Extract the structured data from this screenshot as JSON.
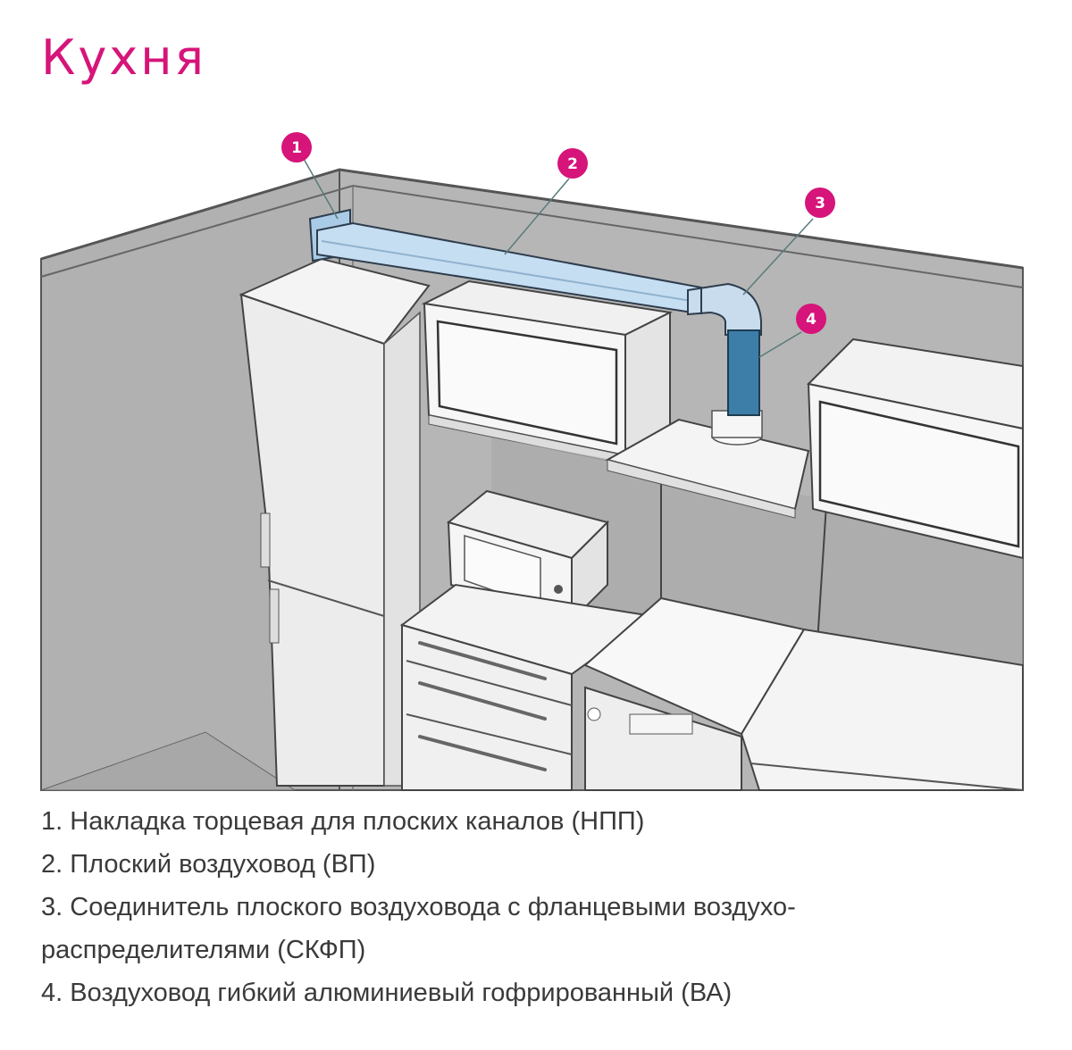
{
  "title": "Кухня",
  "colors": {
    "accent": "#d6147a",
    "wall": "#b3b3b3",
    "wall_dark": "#9e9e9e",
    "duct_flat": "#bcd7ef",
    "duct_flex": "#3f7ea6",
    "furniture": "#f2f2f2",
    "outline": "#4a4a4a"
  },
  "markers": [
    {
      "number": "1",
      "target": "end-cap"
    },
    {
      "number": "2",
      "target": "flat-duct"
    },
    {
      "number": "3",
      "target": "connector-elbow"
    },
    {
      "number": "4",
      "target": "flexible-duct"
    }
  ],
  "legend": [
    {
      "number": "1.",
      "text": "Накладка торцевая для плоских каналов (НПП)"
    },
    {
      "number": "2.",
      "text": "Плоский воздуховод (ВП)"
    },
    {
      "number": "3.",
      "text": "Соединитель плоского воздуховода с фланцевыми воздухо-"
    },
    {
      "number": "",
      "text": "распределителями (СКФП)"
    },
    {
      "number": "4.",
      "text": "Воздуховод гибкий алюминиевый гофрированный (ВА)"
    }
  ]
}
